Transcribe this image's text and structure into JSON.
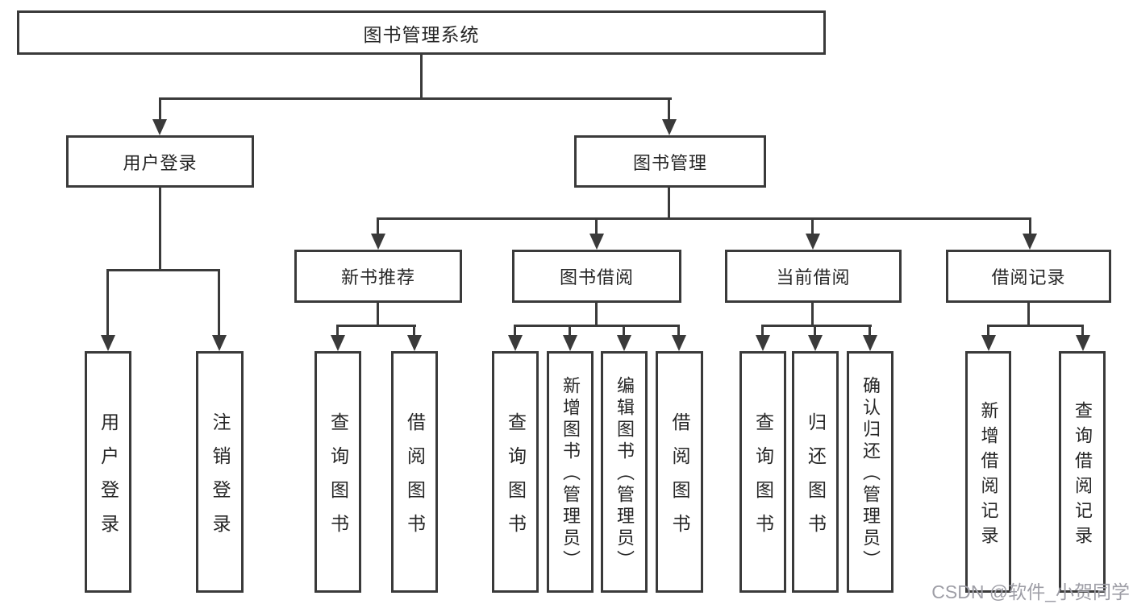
{
  "tree": {
    "root": "图书管理系统",
    "user": {
      "label": "用户登录",
      "leaves": [
        "用户登录",
        "注销登录"
      ]
    },
    "book": {
      "label": "图书管理",
      "groups": [
        {
          "label": "新书推荐",
          "leaves": [
            "查询图书",
            "借阅图书"
          ]
        },
        {
          "label": "图书借阅",
          "leaves": [
            "查询图书",
            "新增图书（管理员）",
            "编辑图书（管理员）",
            "借阅图书"
          ]
        },
        {
          "label": "当前借阅",
          "leaves": [
            "查询图书",
            "归还图书",
            "确认归还（管理员）"
          ]
        },
        {
          "label": "借阅记录",
          "leaves": [
            "新增借阅记录",
            "查询借阅记录"
          ]
        }
      ]
    }
  },
  "watermark": "CSDN @软件_小贺同学",
  "colors": {
    "line": "#3a3a3a",
    "border": "#3a3a3a",
    "text": "#262626",
    "watermark": "#9e9ea6",
    "background": "#ffffff"
  }
}
